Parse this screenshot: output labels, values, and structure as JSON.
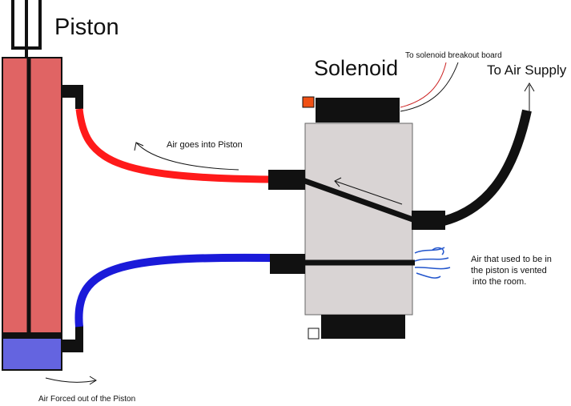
{
  "labels": {
    "piston": "Piston",
    "solenoid": "Solenoid",
    "to_breakout": "To solenoid breakout board",
    "to_air_supply": "To Air Supply",
    "air_in": "Air goes into Piston",
    "air_out": "Air Forced out of the Piston",
    "vented": [
      "Air that used to be in",
      "the piston is vented",
      "into the room."
    ]
  },
  "colors": {
    "piston_body": "#e06464",
    "piston_bottom": "#6464e0",
    "red_hose": "#ff1a1a",
    "blue_hose": "#1a1ad9",
    "solenoid_body": "#d9d4d4",
    "black": "#111111",
    "orange_terminal": "#f05014",
    "vent_blue": "#2255cc"
  }
}
